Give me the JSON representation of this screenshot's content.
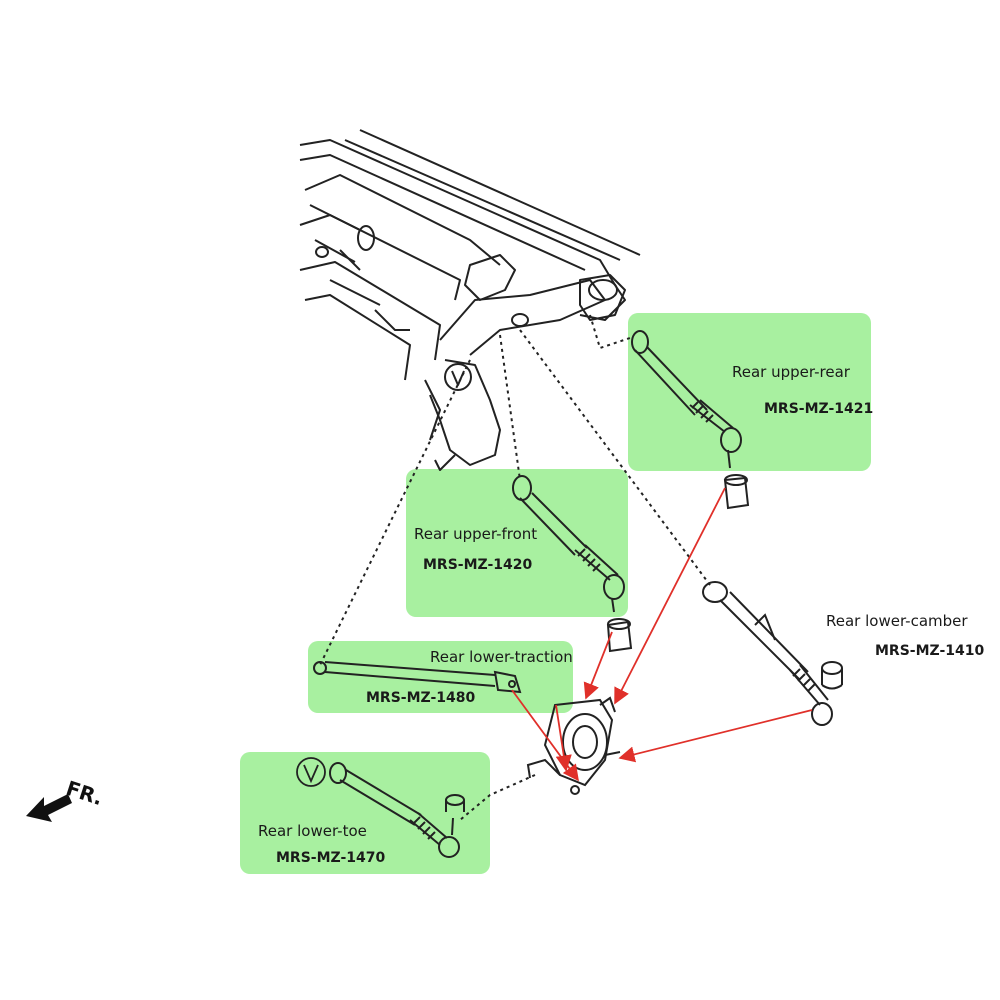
{
  "colors": {
    "callout_fill": "#a8f0a0",
    "line": "#222222",
    "arrow": "#e0302a"
  },
  "direction_label": "FR.",
  "icons": [
    "front-direction-arrow-icon",
    "v-mark-icon"
  ],
  "parts": [
    {
      "name": "Rear upper-rear",
      "code": "MRS-MZ-1421"
    },
    {
      "name": "Rear upper-front",
      "code": "MRS-MZ-1420"
    },
    {
      "name": "Rear lower-traction",
      "code": "MRS-MZ-1480"
    },
    {
      "name": "Rear lower-camber",
      "code": "MRS-MZ-1410"
    },
    {
      "name": "Rear lower-toe",
      "code": "MRS-MZ-1470"
    }
  ]
}
